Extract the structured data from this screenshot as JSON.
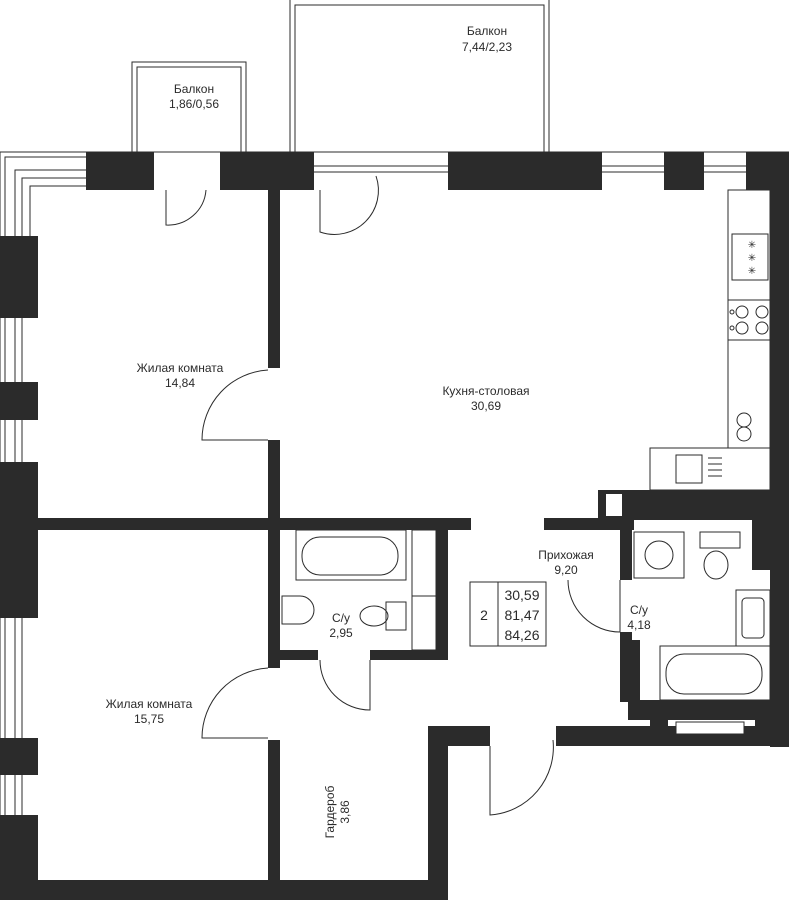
{
  "rooms": [
    {
      "id": "balcony-small",
      "name": "Балкон",
      "area": "1,86/0,56"
    },
    {
      "id": "balcony-large",
      "name": "Балкон",
      "area": "7,44/2,23"
    },
    {
      "id": "living-room-1",
      "name": "Жилая комната",
      "area": "14,84"
    },
    {
      "id": "kitchen-dining",
      "name": "Кухня-столовая",
      "area": "30,69"
    },
    {
      "id": "hallway",
      "name": "Прихожая",
      "area": "9,20"
    },
    {
      "id": "bathroom-1",
      "name": "С/у",
      "area": "2,95"
    },
    {
      "id": "bathroom-2",
      "name": "С/у",
      "area": "4,18"
    },
    {
      "id": "living-room-2",
      "name": "Жилая комната",
      "area": "15,75"
    },
    {
      "id": "wardrobe",
      "name": "Гардероб",
      "area": "3,86"
    }
  ],
  "summary": {
    "rooms_count": "2",
    "living_area": "30,59",
    "total_area": "81,47",
    "total_area_with_balconies": "84,26"
  },
  "colors": {
    "wall": "#2b2b2b",
    "background": "#ffffff"
  }
}
